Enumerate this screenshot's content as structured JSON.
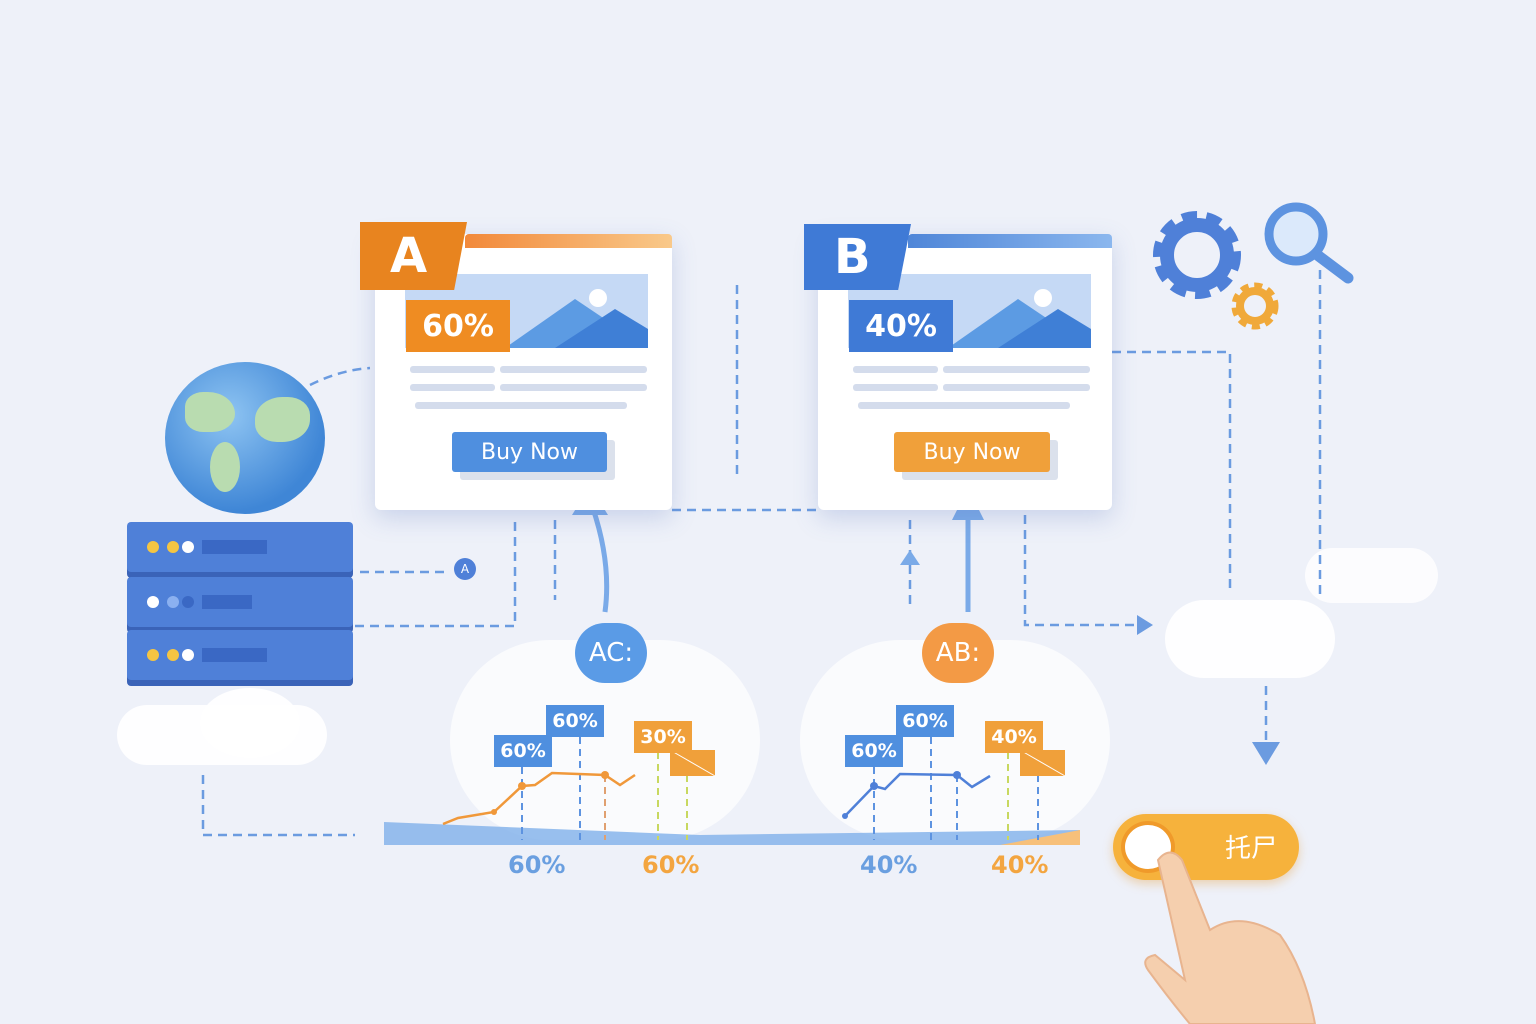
{
  "variant_a": {
    "label": "A",
    "percent": "60%",
    "button": "Buy Now"
  },
  "variant_b": {
    "label": "B",
    "percent": "40%",
    "button": "Buy Now"
  },
  "badges": {
    "a": "AC:",
    "b": "AB:"
  },
  "tags_a": [
    "60%",
    "60%",
    "30%"
  ],
  "tags_b": [
    "60%",
    "60%",
    "40%"
  ],
  "bottom_labels": [
    "60%",
    "60%",
    "40%",
    "40%"
  ],
  "toggle": {
    "label": "托尸",
    "state": "on"
  },
  "colors": {
    "blue": "#4f8fdf",
    "orange": "#f0a03a",
    "background": "#eef1f9"
  }
}
